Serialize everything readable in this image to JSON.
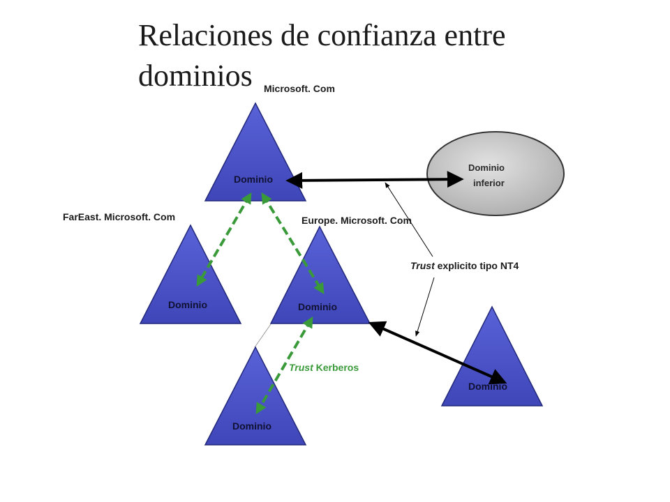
{
  "slide": {
    "title_line1": "Relaciones de confianza entre",
    "title_line2": "dominios"
  },
  "domains": {
    "root_name": "Microsoft. Com",
    "fareast_name": "FarEast. Microsoft. Com",
    "europe_name": "Europe. Microsoft. Com",
    "node_label": "Dominio",
    "external_line1": "Dominio",
    "external_line2": "inferior"
  },
  "legend": {
    "nt4_word": "Trust",
    "nt4_rest": " explicito tipo NT4",
    "kerberos_word": "Trust",
    "kerberos_rest": " Kerberos"
  },
  "colors": {
    "triangle_fill": "#4a52c8",
    "triangle_dark": "#22287a",
    "ellipse_fill": "#c8c8c8",
    "kerberos_green": "#3a9a3a",
    "explicit_black": "#000000"
  }
}
